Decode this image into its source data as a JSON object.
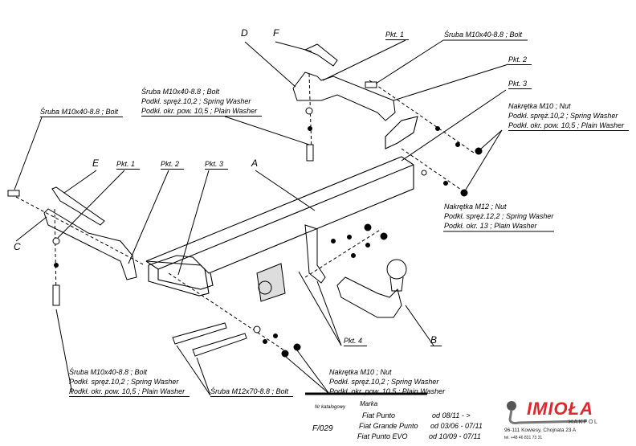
{
  "labels": {
    "D": "D",
    "F": "F",
    "E": "E",
    "A": "A",
    "C": "C",
    "B": "B",
    "pkt1_top": "Pkt. 1",
    "pkt2_top": "Pkt. 2",
    "pkt3_top": "Pkt. 3",
    "pkt1_left": "Pkt. 1",
    "pkt2_left": "Pkt. 2",
    "pkt3_left": "Pkt. 3",
    "pkt4": "Pkt. 4"
  },
  "callouts": {
    "bolt_top_right": "Śruba M10x40-8.8 ;  Bolt",
    "bolt_left": "Śruba M10x40-8.8 ;  Bolt",
    "bolt_top_center": [
      "Śruba M10x40-8.8 ;  Bolt",
      "Podkł. spręż.10,2 ; Spring Washer",
      "Podkł. okr. pow. 10,5 ; Plain Washer"
    ],
    "nut_m10_right": [
      "Nakrętka  M10 ; Nut",
      "Podkł. spręż.10,2 ; Spring Washer",
      "Podkł. okr. pow. 10,5 ; Plain Washer"
    ],
    "nut_m12": [
      "Nakrętka  M12 ; Nut",
      "Podkł. spręż.12,2 ; Spring Washer",
      "Podkł. okr. 13 ; Plain Washer"
    ],
    "bolt_bottom_left": [
      "Śruba M10x40-8.8 ;  Bolt",
      "Podkł. spręż.10,2 ; Spring Washer",
      "Podkł. okr. pow. 10,5 ; Plain Washer"
    ],
    "nut_m10_bottom": [
      "Nakrętka  M10 ; Nut",
      "Podkł. spręż.10,2 ; Spring Washer",
      "Podkł. okr. pow. 10,5 ; Plain Washer"
    ],
    "bolt_m12": "Śruba M12x70-8.8 ;  Bolt"
  },
  "table": {
    "catalog_header": "Nr katalogowy",
    "brand_header": "Marka",
    "catalog_no": "F/029",
    "models": [
      {
        "name": "Fiat Punto",
        "years": "od 08/11 - >"
      },
      {
        "name": "Fiat Grande Punto",
        "years": "od 03/06 - 07/11"
      },
      {
        "name": "Fiat Punto EVO",
        "years": "od 10/09 - 07/11"
      }
    ]
  },
  "company": {
    "name": "IMIOŁA",
    "sub": "HAKPOL",
    "address": "96-111 Kowiesy, Chojnata 23 A",
    "tel": "tel. +48 46 831 73 31",
    "brand_color": "#e3262b"
  }
}
